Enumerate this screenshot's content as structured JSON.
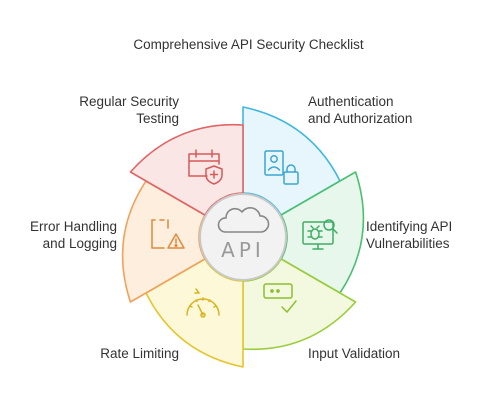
{
  "title": "Comprehensive API Security Checklist",
  "center": {
    "label": "API",
    "icon": "cloud-icon"
  },
  "segments": [
    {
      "key": "auth",
      "lines": [
        "Authentication",
        "and Authorization"
      ],
      "icon": "user-lock-icon",
      "fill": "#e6f6fc",
      "stroke": "#3fb7e0"
    },
    {
      "key": "vuln",
      "lines": [
        "Identifying API",
        "Vulnerabilities"
      ],
      "icon": "bug-search-icon",
      "fill": "#e8f7ec",
      "stroke": "#4cbf72"
    },
    {
      "key": "input",
      "lines": [
        "Input Validation"
      ],
      "icon": "input-check-icon",
      "fill": "#f2f9de",
      "stroke": "#9ccc3c"
    },
    {
      "key": "rate",
      "lines": [
        "Rate Limiting"
      ],
      "icon": "speedometer-icon",
      "fill": "#fdf8d8",
      "stroke": "#e5c52e"
    },
    {
      "key": "error",
      "lines": [
        "Error Handling",
        "and Logging"
      ],
      "icon": "document-warning-icon",
      "fill": "#fdeede",
      "stroke": "#f0a25a"
    },
    {
      "key": "test",
      "lines": [
        "Regular Security",
        "Testing"
      ],
      "icon": "calendar-shield-icon",
      "fill": "#fbe6e6",
      "stroke": "#e06464"
    }
  ]
}
